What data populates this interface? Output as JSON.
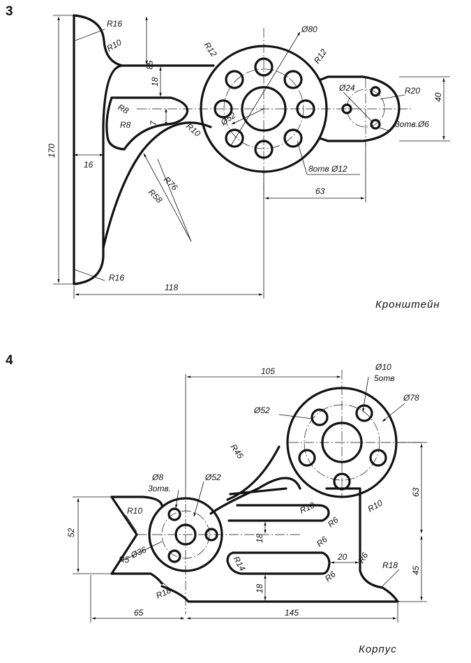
{
  "problem_3": {
    "number": "3",
    "caption": "Кронштейн",
    "dims": {
      "r16_top": "R16",
      "r10_top": "R10",
      "d58": "58",
      "r12_left": "R12",
      "d80": "Ø80",
      "r12_right": "R12",
      "d18": "18",
      "r8_upper": "R8",
      "r8_lower": "R8",
      "d7": "7",
      "r10_mid": "R10",
      "d52": "Ø52",
      "d24": "Ø24",
      "r20": "R20",
      "d40": "40",
      "holes_small": "3отв.Ø6",
      "holes_big": "8отв Ø12",
      "d170": "170",
      "d16": "16",
      "r76": "R76",
      "r58": "R58",
      "d63": "63",
      "r16_bottom": "R16",
      "d118": "118"
    }
  },
  "problem_4": {
    "number": "4",
    "caption": "Корпус",
    "dims": {
      "d105": "105",
      "d10": "Ø10",
      "holes5": "5отв",
      "d52_right": "Ø52",
      "d78": "Ø78",
      "r45": "R45",
      "d8": "Ø8",
      "holes3": "3отв.",
      "d52_left": "Ø52",
      "d52_vert": "52",
      "r10_left": "R10",
      "r5": "R5",
      "d36": "Ø36",
      "r10_mid": "R10",
      "r10_right": "R10",
      "r6_a": "R6",
      "d18_upper": "18",
      "r6_b": "R6",
      "d20": "20",
      "r6_c": "R6",
      "r6_d": "R6",
      "r14": "R14",
      "r18_left": "R18",
      "r18_right": "R18",
      "d63": "63",
      "d45": "45",
      "d18_lower": "18",
      "d65": "65",
      "d145": "145"
    }
  }
}
